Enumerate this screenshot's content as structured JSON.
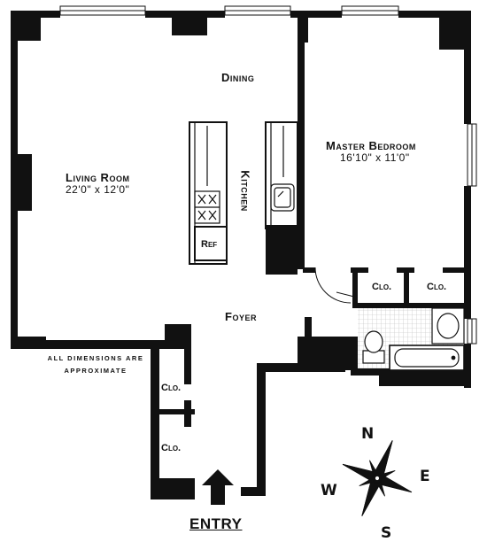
{
  "rooms": {
    "living_room": {
      "name": "Living Room",
      "dimensions": "22'0\"  x  12'0\""
    },
    "master_bedroom": {
      "name": "Master Bedroom",
      "dimensions": "16'10\"  x  11'0\""
    },
    "dining": "Dining",
    "kitchen": "Kitchen",
    "foyer": "Foyer",
    "ref": "Ref"
  },
  "closets": [
    "Clo.",
    "Clo.",
    "Clo.",
    "Clo."
  ],
  "note": {
    "line1": "ALL  DIMENSIONS  ARE",
    "line2": "APPROXIMATE"
  },
  "compass": {
    "north": "N",
    "south": "S",
    "east": "E",
    "west": "W",
    "icon": "compass-rose-icon"
  },
  "entry": {
    "label": "ENTRY",
    "icon": "entry-arrow-icon"
  },
  "colors": {
    "wall": "#111111",
    "tile": "#bbbbbb",
    "background": "#ffffff"
  }
}
